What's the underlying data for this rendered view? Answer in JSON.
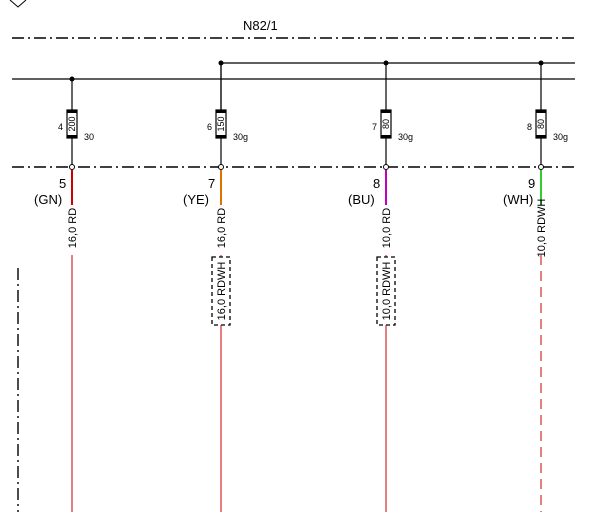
{
  "module_label": "N82/1",
  "colors": {
    "line": "#000000",
    "red": "#cc0000",
    "orange": "#e07000",
    "magenta": "#c000c0",
    "green": "#33cc33"
  },
  "circuits": [
    {
      "fuse_number": "4",
      "fuse_rating": "200",
      "fuse_tag": "30",
      "pin": "5",
      "pin_color": "(GN)",
      "wire_label": "16,0 RD",
      "wire_color_key": "red",
      "section_label": null,
      "dashed_continuation": false
    },
    {
      "fuse_number": "6",
      "fuse_rating": "150",
      "fuse_tag": "30g",
      "pin": "7",
      "pin_color": "(YE)",
      "wire_label": "16,0 RD",
      "wire_color_key": "orange",
      "section_label": "16,0 RDWH",
      "dashed_continuation": false
    },
    {
      "fuse_number": "7",
      "fuse_rating": "80",
      "fuse_tag": "30g",
      "pin": "8",
      "pin_color": "(BU)",
      "wire_label": "10,0 RD",
      "wire_color_key": "magenta",
      "section_label": "10,0 RDWH",
      "dashed_continuation": false
    },
    {
      "fuse_number": "8",
      "fuse_rating": "80",
      "fuse_tag": "30g",
      "pin": "9",
      "pin_color": "(WH)",
      "wire_label": "10,0 RDWH",
      "wire_color_key": "green",
      "section_label": null,
      "dashed_continuation": true
    }
  ]
}
